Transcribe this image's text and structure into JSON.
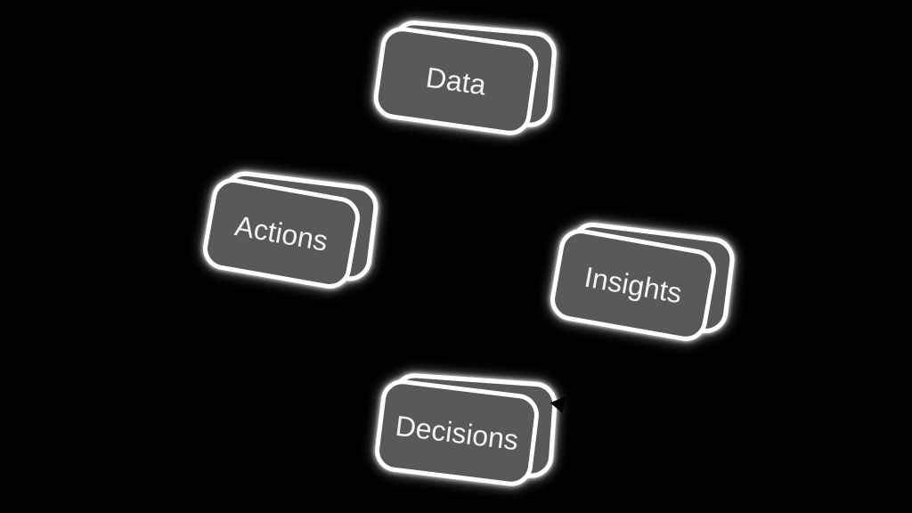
{
  "diagram": {
    "type": "cycle",
    "background_color": "#000000",
    "nodes": [
      {
        "label": "Data",
        "position": "top"
      },
      {
        "label": "Actions",
        "position": "left"
      },
      {
        "label": "Insights",
        "position": "right"
      },
      {
        "label": "Decisions",
        "position": "bottom"
      }
    ],
    "node_style": {
      "fill": "#595959",
      "border": "#ffffff",
      "text_color": "#f2f2f2"
    },
    "connector": {
      "arrow_color": "#000000"
    }
  }
}
